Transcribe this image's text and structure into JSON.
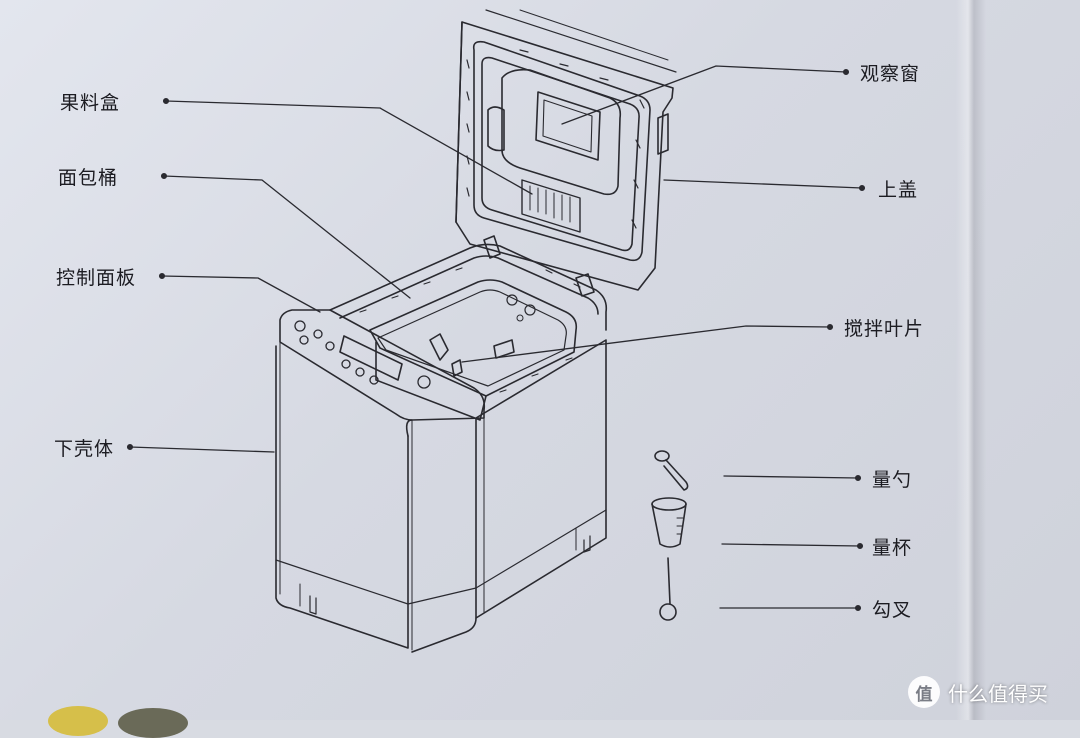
{
  "labels": {
    "guoliaohe": "果料盒",
    "mianbaotong": "面包桶",
    "kongzhimianban": "控制面板",
    "xiaketi": "下壳体",
    "guanchachuang": "观察窗",
    "shanggai": "上盖",
    "jiaobanyepian": "搅拌叶片",
    "liangshao": "量勺",
    "liangbei": "量杯",
    "gouchai": "勾叉"
  },
  "watermark": {
    "badge": "值",
    "text": "什么值得买"
  },
  "colors": {
    "paper": "#dfe2ea",
    "ink": "#1c1c22",
    "line": "#2a2a30"
  }
}
